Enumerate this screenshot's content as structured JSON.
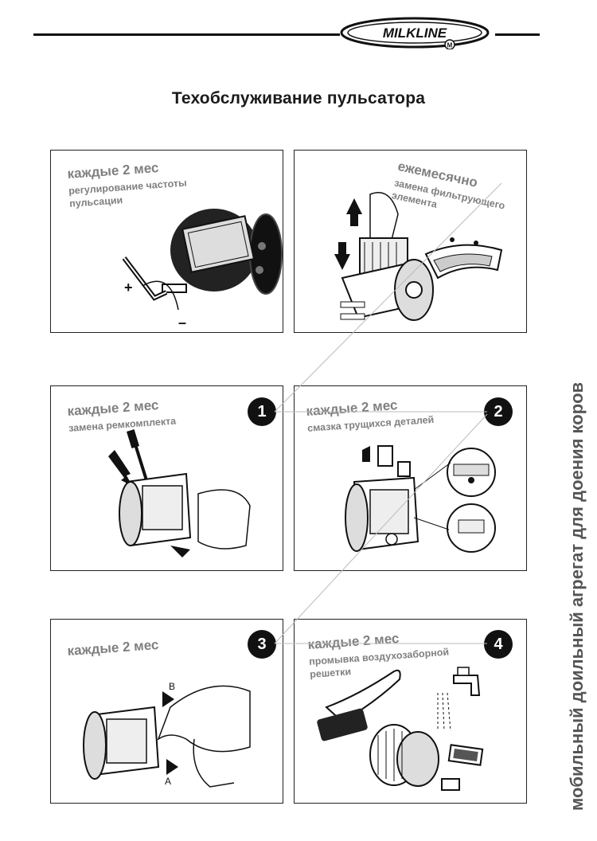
{
  "brand": {
    "logo_text": "MILKLINE",
    "logo_mark": "M"
  },
  "page": {
    "title": "Техобслуживание пульсатора",
    "side_caption": "мобильный доильный агрегат для доения коров"
  },
  "panels": [
    {
      "big": "каждые 2 мес",
      "small": [
        "регулирование частоты",
        "пульсации"
      ],
      "number": "",
      "labels": [
        "+",
        "–"
      ]
    },
    {
      "big": "ежемесячно",
      "small": [
        "замена фильтрующего",
        "элемента"
      ],
      "number": ""
    },
    {
      "big": "каждые 2 мес",
      "small": [
        "замена ремкомплекта"
      ],
      "number": "1"
    },
    {
      "big": "каждые 2 мес",
      "small": [
        "смазка трущихся деталей"
      ],
      "number": "2"
    },
    {
      "big": "каждые 2 мес",
      "small": [],
      "number": "3",
      "labels": [
        "B",
        "A"
      ]
    },
    {
      "big": "каждые 2 мес",
      "small": [
        "промывка воздухозаборной",
        "решетки"
      ],
      "number": "4"
    }
  ]
}
